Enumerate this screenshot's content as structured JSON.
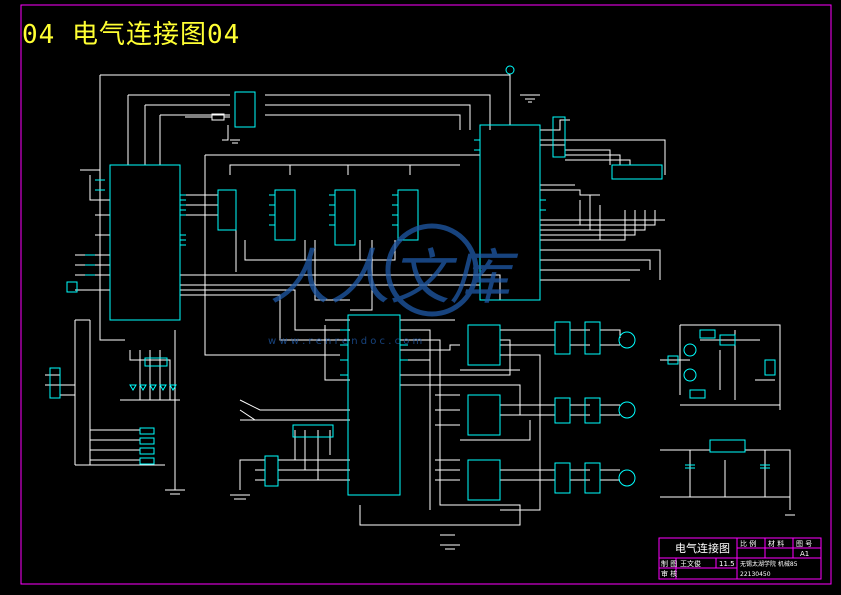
{
  "title": "04  电气连接图04",
  "watermark": {
    "main": "人人文库",
    "url": "w w w . r e n r e n d o c . c o m"
  },
  "title_block": {
    "drawing_name": "电气连接图",
    "col_headers": [
      "比 例",
      "材 料",
      "图 号"
    ],
    "drawing_number": "A1",
    "designer_role": "制 图",
    "designer_name": "王文俊",
    "date": "11.5",
    "reviewer_role": "审 核",
    "school": "无锡太湖学院 机械85",
    "student_id": "22130450"
  },
  "colors": {
    "background": "#000000",
    "wire": "#ffffff",
    "component": "#00ffff",
    "title_text": "#ffff33",
    "border": "#ff00ff",
    "watermark": "#1f5aa8"
  }
}
